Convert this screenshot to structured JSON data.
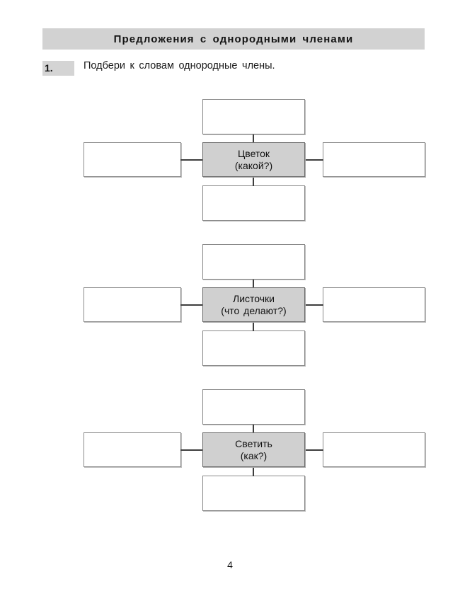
{
  "page": {
    "title": "Предложения с однородными членами",
    "page_number": "4",
    "background_color": "#ffffff",
    "header_background": "#d2d2d2",
    "center_box_background": "#d0d0d0"
  },
  "task": {
    "number": "1.",
    "text": "Подбери к словам однородные члены."
  },
  "clusters": [
    {
      "center_word": "Цветок",
      "center_question": "(какой?)",
      "top_box_value": "",
      "bottom_box_value": "",
      "left_box_value": "",
      "right_box_value": ""
    },
    {
      "center_word": "Листочки",
      "center_question": "(что  делают?)",
      "top_box_value": "",
      "bottom_box_value": "",
      "left_box_value": "",
      "right_box_value": ""
    },
    {
      "center_word": "Светить",
      "center_question": "(как?)",
      "top_box_value": "",
      "bottom_box_value": "",
      "left_box_value": "",
      "right_box_value": ""
    }
  ]
}
